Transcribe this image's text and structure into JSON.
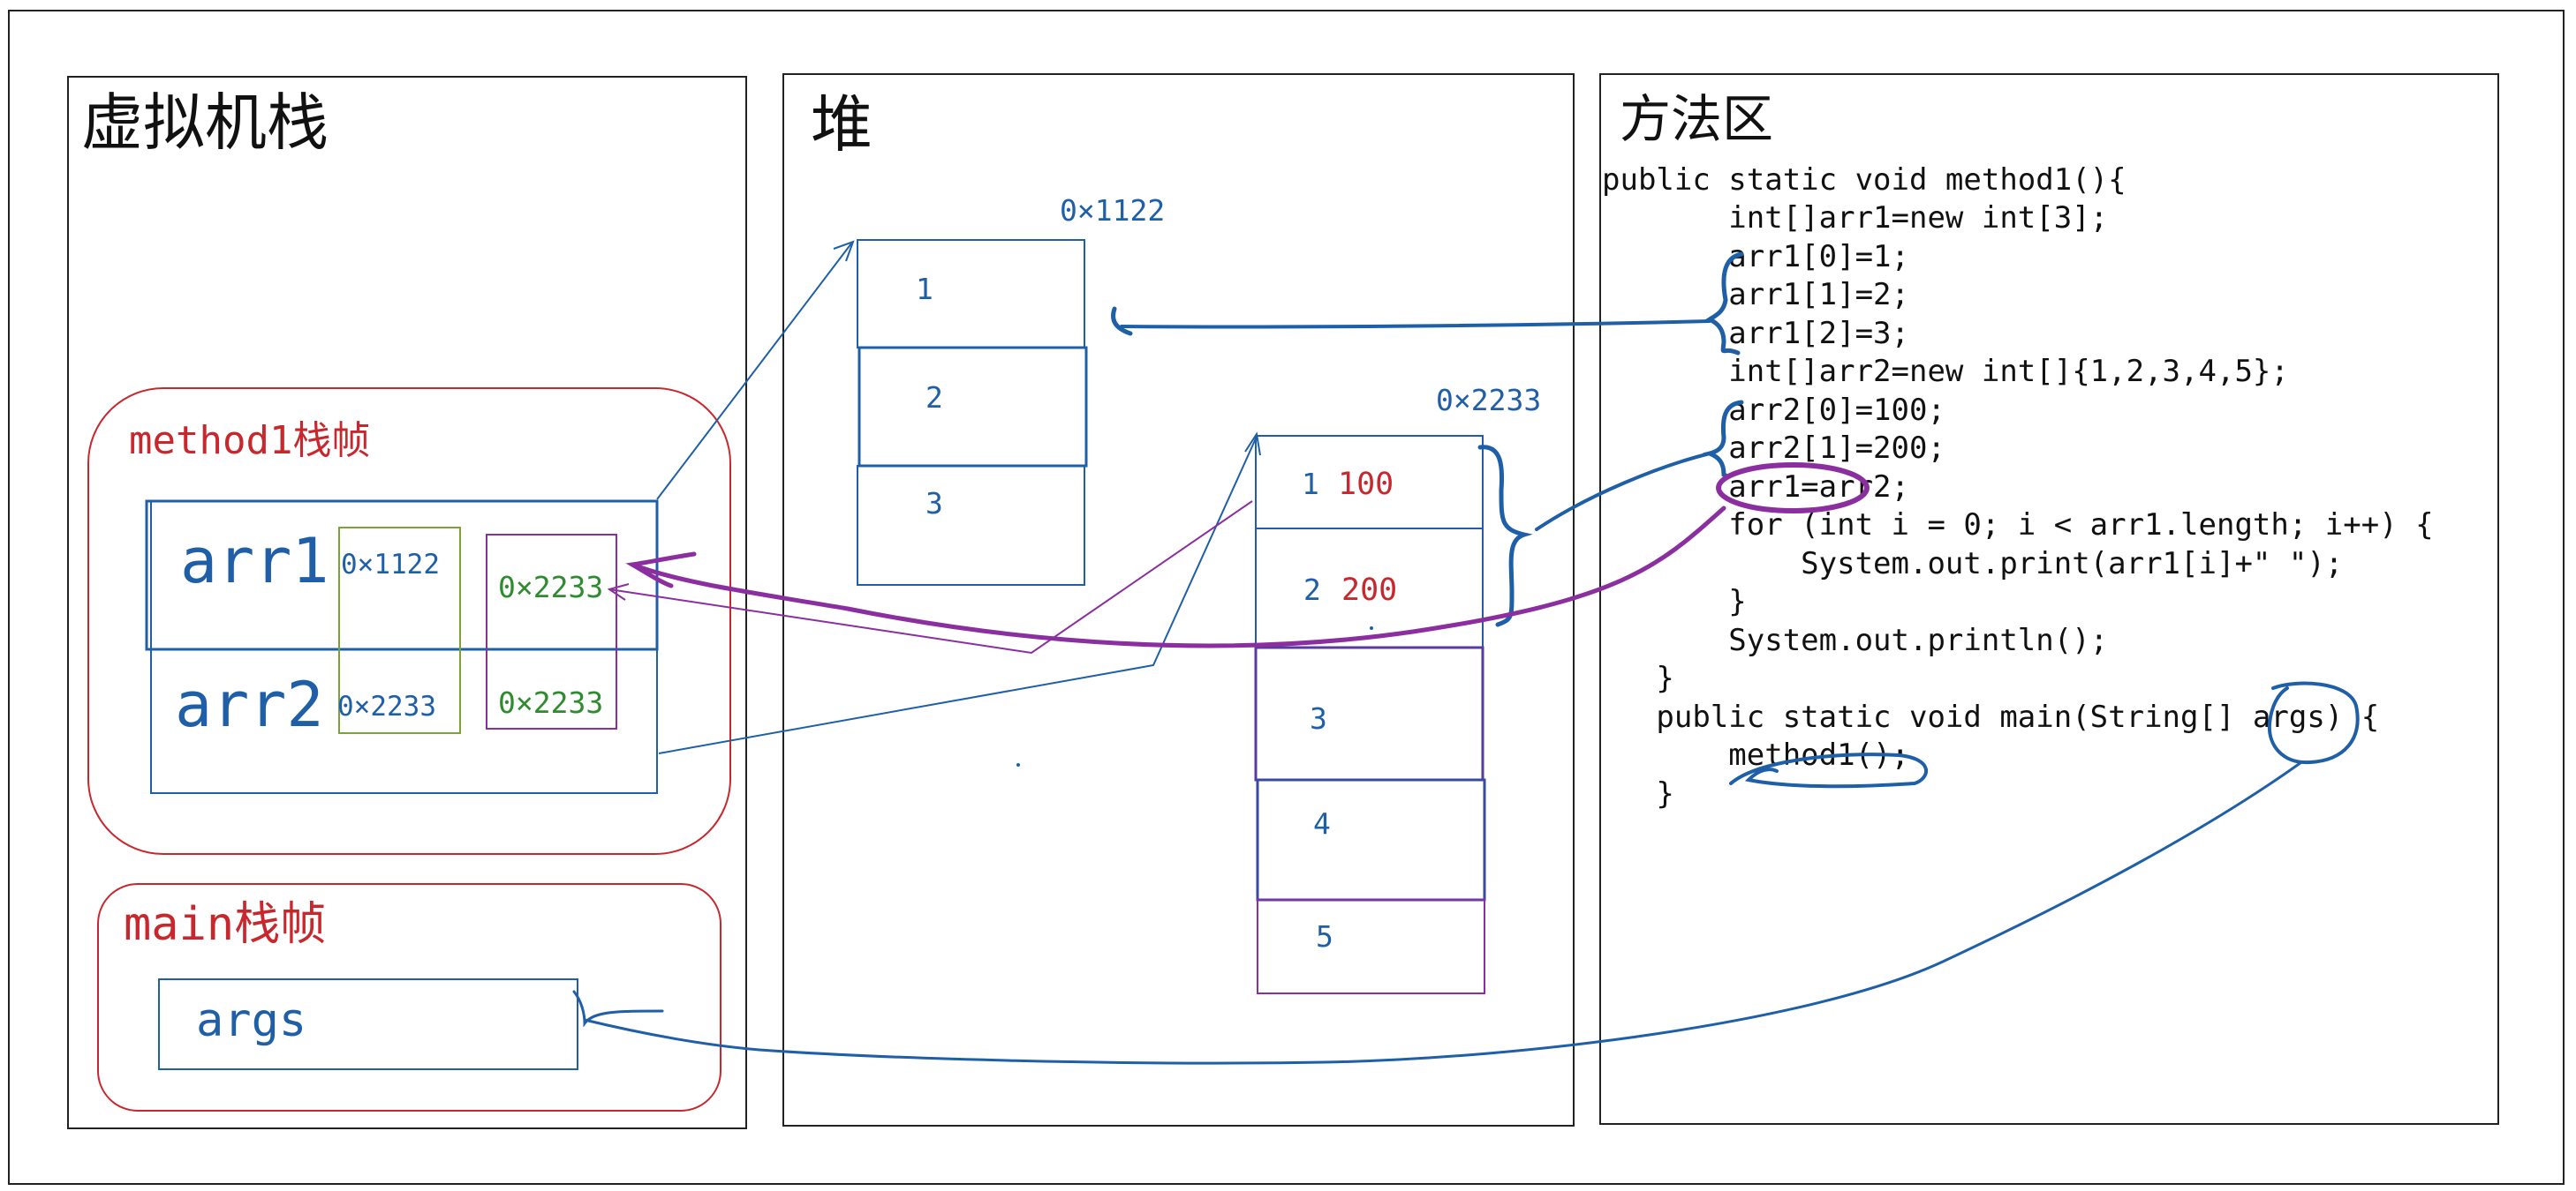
{
  "colors": {
    "frame": "#222222",
    "blue": "#1f5fa8",
    "red": "#c8282d",
    "green": "#2e8b2e",
    "olive": "#7aa33a",
    "purple": "#8b2fa0",
    "text": "#111111"
  },
  "stack": {
    "title": "虚拟机栈",
    "method1_frame": {
      "title_code": "method1",
      "title_suffix": "栈帧",
      "arr1_label": "arr1",
      "arr2_label": "arr2",
      "arr1_old": "0×1122",
      "arr1_new": "0×2233",
      "arr2_old": "0×2233",
      "arr2_new": "0×2233"
    },
    "main_frame": {
      "title_code": "main",
      "title_suffix": "栈帧",
      "args_label": "args"
    }
  },
  "heap": {
    "title": "堆",
    "array1": {
      "address": "0×1122",
      "cells": [
        "1",
        "2",
        "3"
      ]
    },
    "array2": {
      "address": "0×2233",
      "cells": [
        "1",
        "2",
        "3",
        "4",
        "5"
      ],
      "overwrites": [
        "100",
        "200"
      ]
    }
  },
  "method_area": {
    "title": "方法区",
    "code_lines": [
      "public static void method1(){",
      "       int[]arr1=new int[3];",
      "       arr1[0]=1;",
      "       arr1[1]=2;",
      "       arr1[2]=3;",
      "       int[]arr2=new int[]{1,2,3,4,5};",
      "       arr2[0]=100;",
      "       arr2[1]=200;",
      "       arr1=arr2;",
      "       for (int i = 0; i < arr1.length; i++) {",
      "           System.out.print(arr1[i]+\" \");",
      "       }",
      "       System.out.println();",
      "   }",
      "   public static void main(String[] args) {",
      "       method1();",
      "   }"
    ]
  }
}
